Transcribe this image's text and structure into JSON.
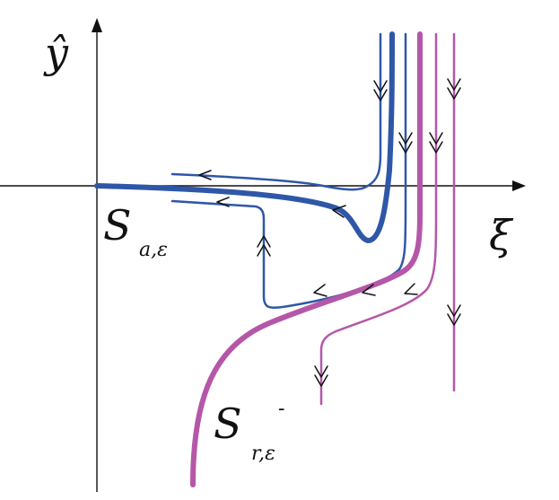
{
  "axes": {
    "y_label": "ŷ",
    "x_label": "ξ"
  },
  "labels": {
    "s_a": {
      "main": "S",
      "sub": "a,ε"
    },
    "s_r": {
      "main": "S",
      "sup": "-",
      "sub": "r,ε"
    }
  },
  "colors": {
    "attracting": "#2f57a8",
    "repelling": "#b557a8",
    "axis": "#111111"
  }
}
